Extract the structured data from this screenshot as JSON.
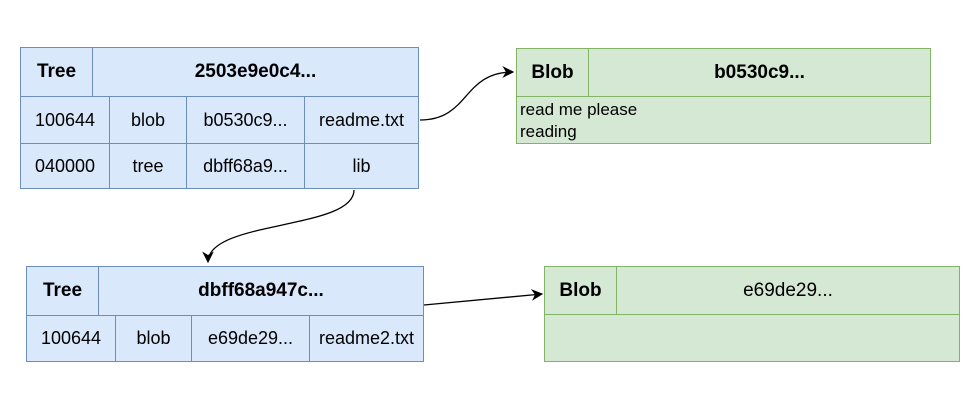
{
  "tree1": {
    "type_label": "Tree",
    "hash": "2503e9e0c4...",
    "rows": [
      [
        "100644",
        "blob",
        "b0530c9...",
        "readme.txt"
      ],
      [
        "040000",
        "tree",
        "dbff68a9...",
        "lib"
      ]
    ]
  },
  "tree2": {
    "type_label": "Tree",
    "hash": "dbff68a947c...",
    "rows": [
      [
        "100644",
        "blob",
        "e69de29...",
        "readme2.txt"
      ]
    ]
  },
  "blob1": {
    "type_label": "Blob",
    "hash": "b0530c9...",
    "content": [
      "read me please",
      "reading"
    ]
  },
  "blob2": {
    "type_label": "Blob",
    "hash": "e69de29..."
  },
  "colors": {
    "tree_fill": "#dae8fc",
    "tree_stroke": "#6c8ebf",
    "blob_fill": "#d5e8d4",
    "blob_stroke": "#82b366"
  }
}
